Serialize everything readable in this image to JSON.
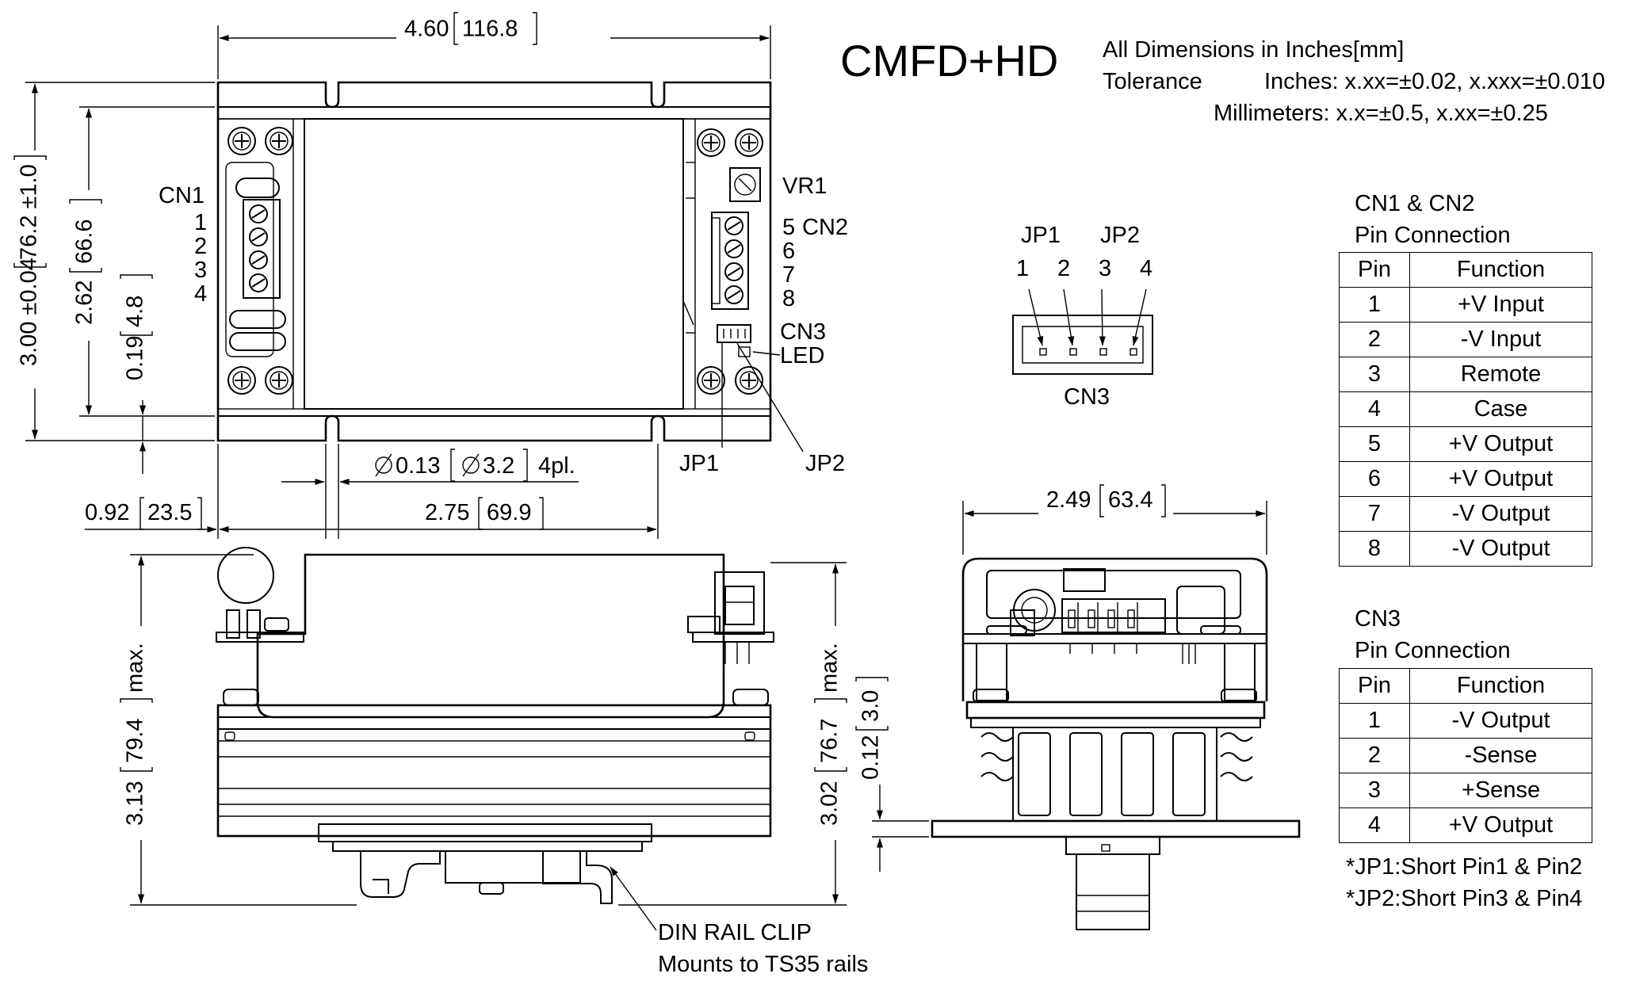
{
  "title": "CMFD+HD",
  "notes": {
    "dims": "All Dimensions in Inches[mm]",
    "tolerance_label": "Tolerance",
    "inches": "Inches: x.xx=±0.02, x.xxx=±0.010",
    "mm": "Millimeters: x.x=±0.5, x.xx=±0.25"
  },
  "top_view": {
    "width_in": "4.60",
    "width_mm": "116.8",
    "height": "3.00 ±0.04",
    "height_mm": "76.2 ±1.0",
    "inner_h": "2.62",
    "inner_h_mm": "66.6",
    "offset": "0.19",
    "offset_mm": "4.8",
    "hole": "0.13",
    "hole_mm": "3.2",
    "hole_count": "4pl.",
    "left_off": "0.92",
    "left_off_mm": "23.5",
    "pitch": "2.75",
    "pitch_mm": "69.9",
    "cn1": "CN1",
    "cn1_pins": [
      "1",
      "2",
      "3",
      "4"
    ],
    "vr1": "VR1",
    "cn2": "CN2",
    "cn2_pins": [
      "5",
      "6",
      "7",
      "8"
    ],
    "cn3": "CN3",
    "led": "LED",
    "jp1": "JP1",
    "jp2": "JP2"
  },
  "connector": {
    "jp1": "JP1",
    "jp2": "JP2",
    "pins": [
      "1",
      "2",
      "3",
      "4"
    ],
    "label": "CN3"
  },
  "side_view": {
    "height": "3.13",
    "height_mm": "79.4",
    "max": "max.",
    "height2": "3.02",
    "height2_mm": "76.7",
    "max2": "max.",
    "flange": "0.12",
    "flange_mm": "3.0",
    "clip": "DIN RAIL CLIP",
    "clip_sub": "Mounts to TS35 rails"
  },
  "end_view": {
    "width": "2.49",
    "width_mm": "63.4"
  },
  "cn12_table": {
    "title1": "CN1 & CN2",
    "title2": "Pin Connection",
    "header": [
      "Pin",
      "Function"
    ],
    "rows": [
      [
        "1",
        "+V Input"
      ],
      [
        "2",
        "-V Input"
      ],
      [
        "3",
        "Remote"
      ],
      [
        "4",
        "Case"
      ],
      [
        "5",
        "+V Output"
      ],
      [
        "6",
        "+V Output"
      ],
      [
        "7",
        "-V Output"
      ],
      [
        "8",
        "-V Output"
      ]
    ]
  },
  "cn3_table": {
    "title1": "CN3",
    "title2": "Pin Connection",
    "header": [
      "Pin",
      "Function"
    ],
    "rows": [
      [
        "1",
        "-V Output"
      ],
      [
        "2",
        "-Sense"
      ],
      [
        "3",
        "+Sense"
      ],
      [
        "4",
        "+V Output"
      ]
    ]
  },
  "jumper_notes": [
    "*JP1:Short Pin1 & Pin2",
    "*JP2:Short Pin3 & Pin4"
  ]
}
